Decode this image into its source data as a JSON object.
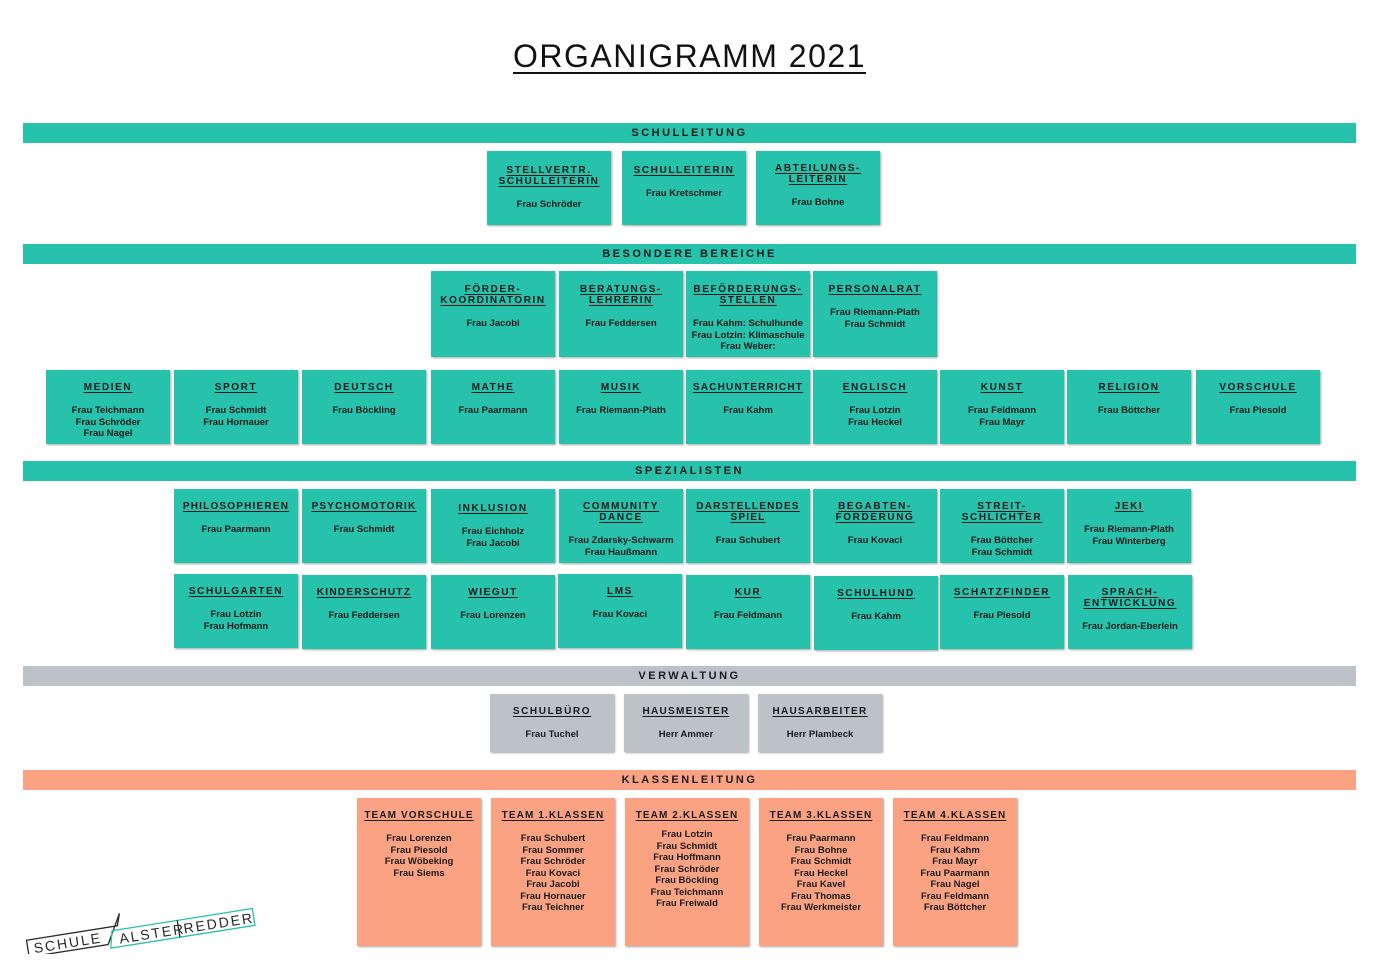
{
  "title": "ORGANIGRAMM 2021",
  "colors": {
    "teal": "#27c2ac",
    "grey": "#bdc2c9",
    "salmon": "#fba282"
  },
  "sections": {
    "schulleitung": "SCHULLEITUNG",
    "besondere": "BESONDERE BEREICHE",
    "spezialisten": "SPEZIALISTEN",
    "verwaltung": "VERWALTUNG",
    "klassenleitung": "KLASSENLEITUNG"
  },
  "leitung": [
    {
      "title": "STELLVERTR.\nSCHULLEITERIN",
      "people": "Frau Schröder"
    },
    {
      "title": "SCHULLEITERIN",
      "people": "Frau Kretschmer"
    },
    {
      "title": "ABTEILUNGS-\nLEITERIN",
      "people": "Frau Bohne"
    }
  ],
  "besondere": [
    {
      "title": "FÖRDER-\nKOORDINATORIN",
      "people": "Frau Jacobi"
    },
    {
      "title": "BERATUNGS-\nLEHRERIN",
      "people": "Frau Feddersen"
    },
    {
      "title": "BEFÖRDERUNGS-\nSTELLEN",
      "people": "Frau Kahm: Schulhunde\nFrau Lotzin: Klimaschule\nFrau Weber:"
    },
    {
      "title": "PERSONALRAT",
      "people": "Frau Riemann-Plath\nFrau Schmidt"
    }
  ],
  "faecher": [
    {
      "title": "MEDIEN",
      "people": "Frau Teichmann\nFrau Schröder\nFrau Nagel"
    },
    {
      "title": "SPORT",
      "people": "Frau Schmidt\nFrau Hornauer"
    },
    {
      "title": "DEUTSCH",
      "people": "Frau Böckling"
    },
    {
      "title": "MATHE",
      "people": "Frau Paarmann"
    },
    {
      "title": "MUSIK",
      "people": "Frau Riemann-Plath"
    },
    {
      "title": "SACHUNTERRICHT",
      "people": "Frau Kahm"
    },
    {
      "title": "ENGLISCH",
      "people": "Frau Lotzin\nFrau Heckel"
    },
    {
      "title": "KUNST",
      "people": "Frau Feldmann\nFrau Mayr"
    },
    {
      "title": "RELIGION",
      "people": "Frau Böttcher"
    },
    {
      "title": "VORSCHULE",
      "people": "Frau Piesold"
    }
  ],
  "spezialisten1": [
    {
      "title": "PHILOSOPHIEREN",
      "people": "Frau Paarmann"
    },
    {
      "title": "PSYCHOMOTORIK",
      "people": "Frau Schmidt"
    },
    {
      "title": "INKLUSION",
      "people": "Frau Eichholz\nFrau Jacobi"
    },
    {
      "title": "COMMUNITY\nDANCE",
      "people": "Frau Zdarsky-Schwarm\nFrau Haußmann"
    },
    {
      "title": "DARSTELLENDES\nSPIEL",
      "people": "Frau Schubert"
    },
    {
      "title": "BEGABTEN-\nFÖRDERUNG",
      "people": "Frau Kovaci"
    },
    {
      "title": "STREIT-\nSCHLICHTER",
      "people": "Frau Böttcher\nFrau Schmidt"
    },
    {
      "title": "JEKI",
      "people": "Frau Riemann-Plath\nFrau Winterberg"
    }
  ],
  "spezialisten2": [
    {
      "title": "SCHULGARTEN",
      "people": "Frau Lotzin\nFrau Hofmann"
    },
    {
      "title": "KINDERSCHUTZ",
      "people": "Frau Feddersen"
    },
    {
      "title": "WIEGUT",
      "people": "Frau Lorenzen"
    },
    {
      "title": "LMS",
      "people": "Frau Kovaci"
    },
    {
      "title": "KUR",
      "people": "Frau Feldmann"
    },
    {
      "title": "SCHULHUND",
      "people": "Frau Kahm"
    },
    {
      "title": "SCHATZFINDER",
      "people": "Frau Piesold"
    },
    {
      "title": "SPRACH-\nENTWICKLUNG",
      "people": "Frau Jordan-Eberlein"
    }
  ],
  "verwaltung": [
    {
      "title": "SCHULBÜRO",
      "people": "Frau Tuchel"
    },
    {
      "title": "HAUSMEISTER",
      "people": "Herr Ammer"
    },
    {
      "title": "HAUSARBEITER",
      "people": "Herr Plambeck"
    }
  ],
  "klassen": [
    {
      "title": "TEAM VORSCHULE",
      "people": "Frau Lorenzen\nFrau Piesold\nFrau Wöbeking\nFrau Siems"
    },
    {
      "title": "TEAM 1.KLASSEN",
      "people": "Frau Schubert\nFrau Sommer\nFrau Schröder\nFrau Kovaci\nFrau Jacobi\nFrau Hornauer\nFrau Teichner"
    },
    {
      "title": "TEAM 2.KLASSEN",
      "people": "Frau Lotzin\nFrau Schmidt\nFrau Hoffmann\nFrau Schröder\nFrau Böckling\nFrau Teichmann\nFrau Freiwald"
    },
    {
      "title": "TEAM 3.KLASSEN",
      "people": "Frau Paarmann\nFrau Bohne\nFrau Schmidt\nFrau Heckel\nFrau Kavel\nFrau Thomas\nFrau Werkmeister"
    },
    {
      "title": "TEAM 4.KLASSEN",
      "people": "Frau Feldmann\nFrau Kahm\nFrau Mayr\nFrau Paarmann\nFrau Nagel\nFrau Feldmann\nFrau Böttcher"
    }
  ],
  "logo": {
    "word1": "SCHULE",
    "word2": "ALSTER",
    "word3": "REDDER"
  }
}
